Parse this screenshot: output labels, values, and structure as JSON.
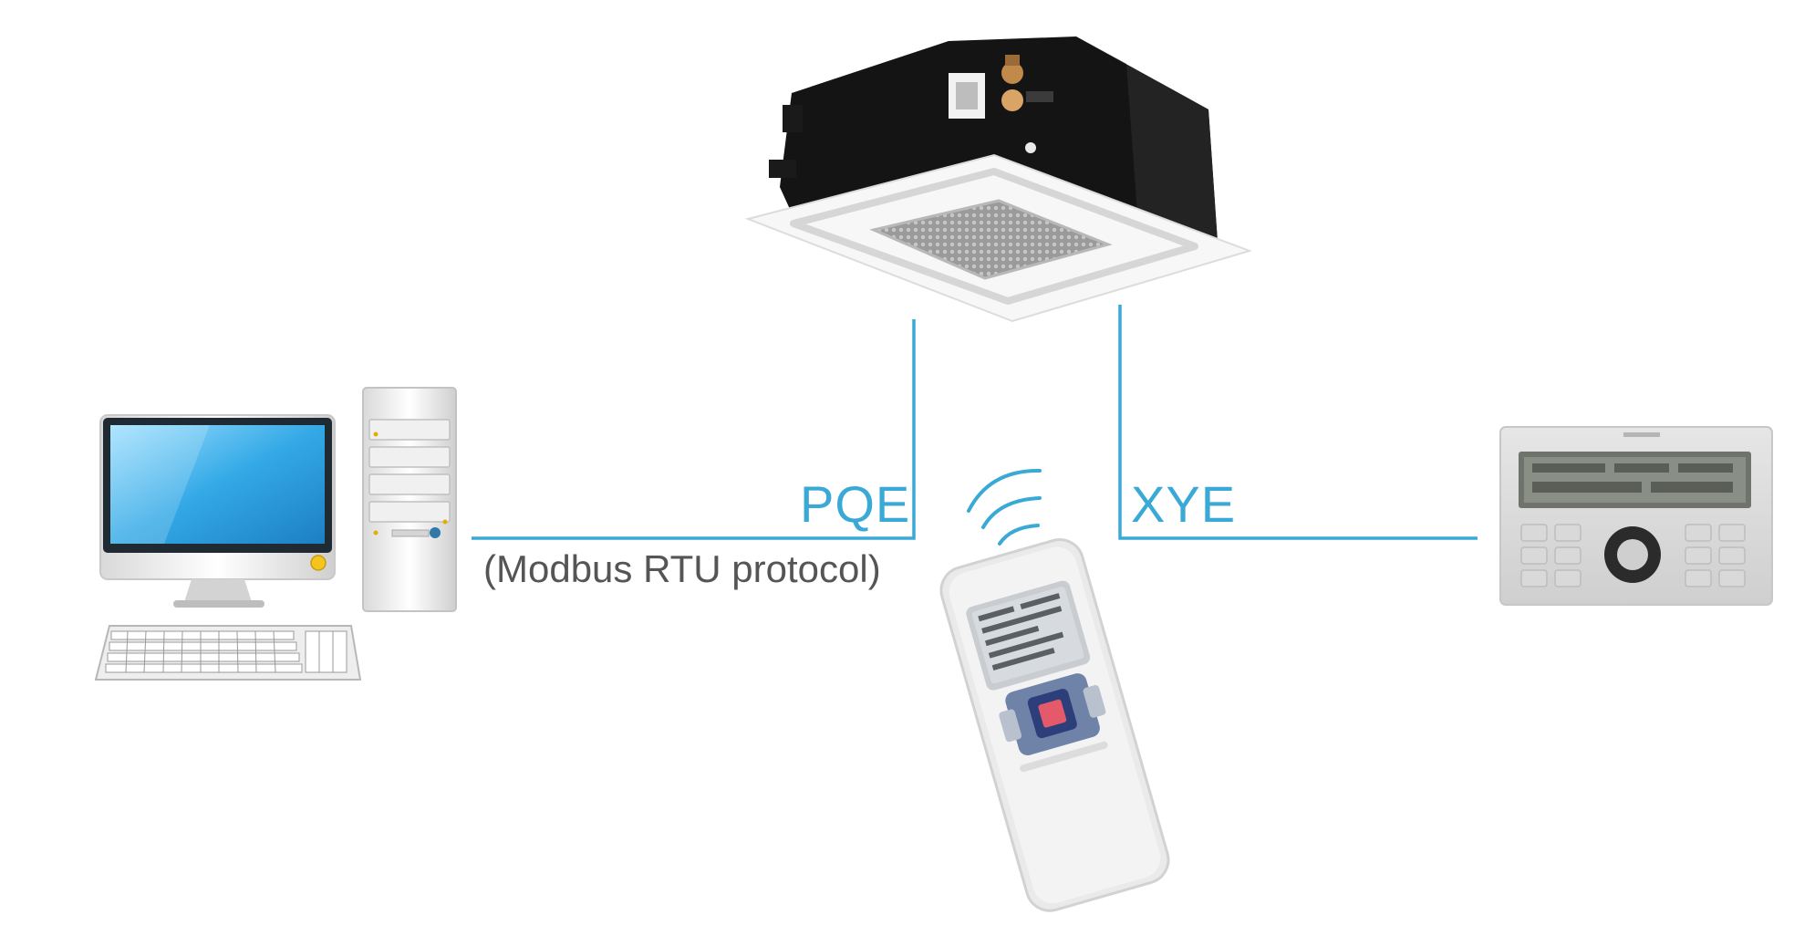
{
  "colors": {
    "wire": "#3aa9d5",
    "label": "#3aa9d5",
    "protocol_text": "#555555"
  },
  "devices": {
    "indoor_unit": {
      "icon": "ceiling-cassette-ac-icon"
    },
    "computer": {
      "icon": "desktop-computer-icon"
    },
    "remote": {
      "icon": "ir-remote-control-icon",
      "signal_icon": "wireless-signal-icon"
    },
    "wired_controller": {
      "icon": "wired-controller-icon"
    }
  },
  "connections": {
    "pqe": {
      "label": "PQE",
      "protocol": "(Modbus RTU protocol)"
    },
    "xye": {
      "label": "XYE"
    }
  }
}
